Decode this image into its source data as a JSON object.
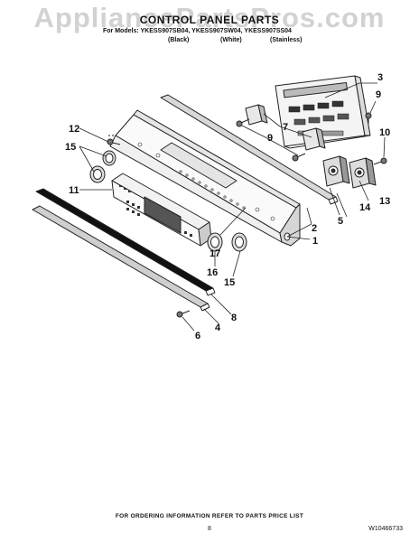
{
  "watermark": "AppliancePartsPros.com",
  "header": {
    "title": "CONTROL PANEL PARTS",
    "models": "For Models: YKESS907SB04, YKESS907SW04, YKESS907SS04",
    "variants": [
      "(Black)",
      "(White)",
      "(Stainless)"
    ]
  },
  "callouts": [
    "1",
    "2",
    "3",
    "4",
    "5",
    "6",
    "7",
    "8",
    "9",
    "9",
    "10",
    "11",
    "12",
    "13",
    "14",
    "15",
    "15",
    "16",
    "17"
  ],
  "footer": {
    "note": "FOR ORDERING INFORMATION REFER TO PARTS PRICE LIST",
    "page": "8",
    "doc_id": "W10466733"
  }
}
